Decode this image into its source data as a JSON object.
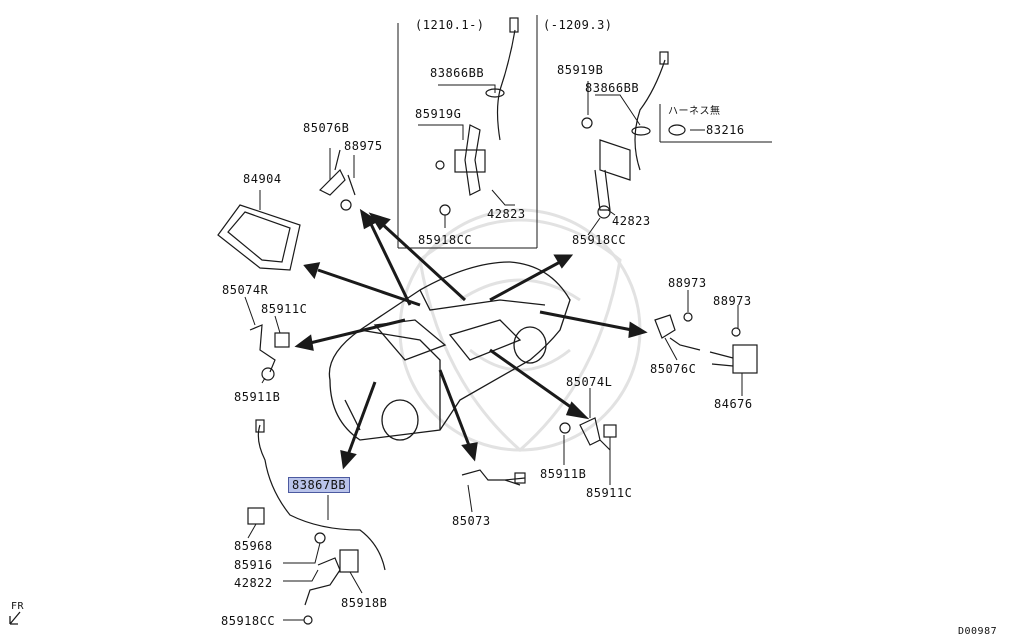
{
  "header": {
    "left_range": "(1210.1-)",
    "right_range": "(-1209.3)",
    "note_jp": "ハーネス無"
  },
  "parts": {
    "p83866BB_a": "83866BB",
    "p85919G": "85919G",
    "p42823_a": "42823",
    "p85918CC_a": "85918CC",
    "p85919B": "85919B",
    "p83866BB_b": "83866BB",
    "p83216": "83216",
    "p42823_b": "42823",
    "p85918CC_b": "85918CC",
    "p85076B": "85076B",
    "p88975": "88975",
    "p84904": "84904",
    "p85074R": "85074R",
    "p85911C_a": "85911C",
    "p85911B_a": "85911B",
    "p88973_a": "88973",
    "p88973_b": "88973",
    "p85076C": "85076C",
    "p84676": "84676",
    "p85074L": "85074L",
    "p85911B_b": "85911B",
    "p85911C_b": "85911C",
    "p85073": "85073",
    "p83867BB": "83867BB",
    "p85968": "85968",
    "p85916": "85916",
    "p42822": "42822",
    "p85918B": "85918B",
    "p85918CC_c": "85918CC"
  },
  "footer": {
    "front_marker": "FR",
    "diagram_code": "D00987"
  },
  "colors": {
    "line": "#1a1a1a",
    "highlight_fill": "#b9c3ea",
    "highlight_border": "#4c5aa0",
    "watermark": "#e6e6e6"
  }
}
